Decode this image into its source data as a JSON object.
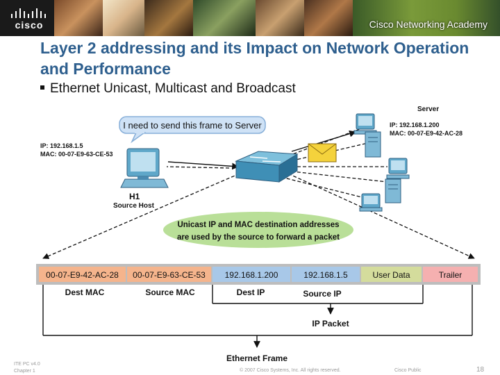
{
  "header": {
    "brand": "cisco",
    "academy": "Cisco Networking Academy"
  },
  "slide": {
    "title": "Layer 2 addressing and its Impact on Network Operation and Performance",
    "bullet": "Ethernet Unicast, Multicast and Broadcast"
  },
  "diagram": {
    "callout": "I need to send this frame to Server",
    "source": {
      "ip": "IP: 192.168.1.5",
      "mac": "MAC: 00-07-E9-63-CE-53",
      "name": "H1",
      "role": "Source Host"
    },
    "server": {
      "label": "Server",
      "ip": "IP: 192.168.1.200",
      "mac": "MAC: 00-07-E9-42-AC-28"
    },
    "note_line1": "Unicast IP and MAC destination addresses",
    "note_line2": "are used by the source to forward a packet",
    "frame_fields": [
      {
        "value": "00-07-E9-42-AC-28",
        "color": "#f5b48c"
      },
      {
        "value": "00-07-E9-63-CE-53",
        "color": "#f5b48c"
      },
      {
        "value": "192.168.1.200",
        "color": "#a8c8e8"
      },
      {
        "value": "192.168.1.5",
        "color": "#a8c8e8"
      },
      {
        "value": "User Data",
        "color": "#d4dc9c"
      },
      {
        "value": "Trailer",
        "color": "#f5b0b0"
      }
    ],
    "field_labels": {
      "dest_mac": "Dest MAC",
      "source_mac": "Source MAC",
      "dest_ip": "Dest IP",
      "source_ip": "Source IP"
    },
    "ip_packet": "IP Packet",
    "ethernet_frame": "Ethernet Frame"
  },
  "footer": {
    "left1": "ITE PC v4.0",
    "left2": "Chapter 1",
    "copyright": "© 2007 Cisco Systems, Inc. All rights reserved.",
    "public": "Cisco Public",
    "page": "18"
  }
}
